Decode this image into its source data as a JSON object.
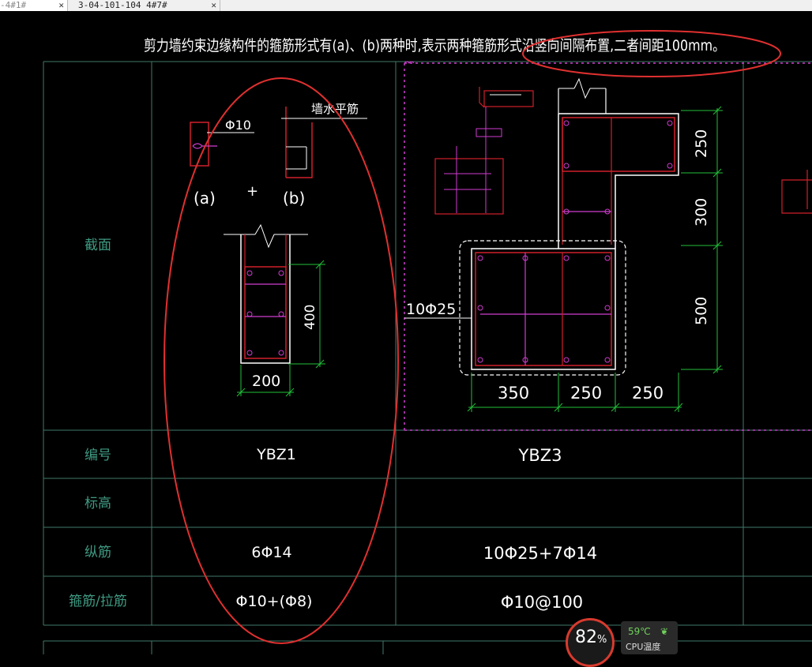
{
  "tabs": [
    {
      "label": "-4#1#",
      "active": true
    },
    {
      "label": "3-04-101-104 4#7#",
      "active": false
    }
  ],
  "note": "剪力墙约束边缘构件的箍筋形式有(a)、(b)两种时,表示两种箍筋形式沿竖向间隔布置,二者间距100mm。",
  "row_headers": {
    "section": "截面",
    "number": "编号",
    "elevation": "标高",
    "longitudinal": "纵筋",
    "stirrup": "箍筋/拉筋"
  },
  "ybz1": {
    "stirrup_label": "Φ10",
    "rebar_label": "墙水平筋",
    "form_a": "(a)",
    "plus": "+",
    "form_b": "(b)",
    "dim_height": "400",
    "dim_width": "200",
    "number": "YBZ1",
    "longitudinal": "6Φ14",
    "stirrup": "Φ10+(Φ8)"
  },
  "ybz3": {
    "rebar_label": "10Φ25",
    "dim_v1": "250",
    "dim_v2": "300",
    "dim_v3": "500",
    "dim_h1": "350",
    "dim_h2": "250",
    "dim_h3": "250",
    "number": "YBZ3",
    "longitudinal": "10Φ25+7Φ14",
    "stirrup": "Φ10@100"
  },
  "cpu": {
    "usage": "82",
    "unit": "%",
    "temp": "59℃",
    "label": "CPU温度"
  },
  "colors": {
    "background": "#000000",
    "grid": "#3f7a6a",
    "outline": "#ffffff",
    "rebar": "#d0202a",
    "tie": "#d03cd0",
    "dimension": "#22c13a",
    "annotation": "#e03030"
  }
}
